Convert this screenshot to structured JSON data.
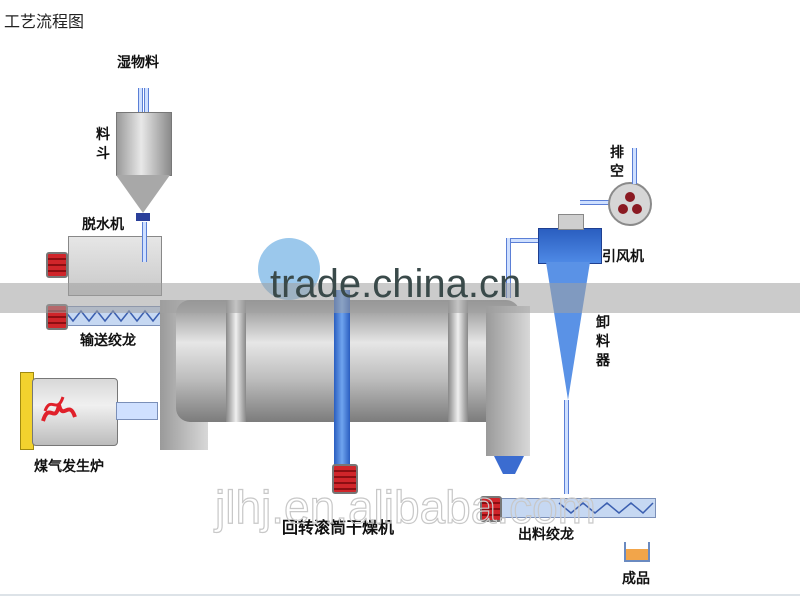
{
  "title": "工艺流程图",
  "labels": {
    "wet_material": "湿物料",
    "hopper": "料斗",
    "dewatering_machine": "脱水机",
    "conveyor_screw": "输送绞龙",
    "gas_generator": "煤气发生炉",
    "rotary_dryer": "回转滚筒干燥机",
    "exhaust": "排空",
    "induced_fan": "引风机",
    "discharger": "卸料器",
    "discharge_screw": "出料绞龙",
    "product": "成品"
  },
  "watermarks": {
    "trade": "trade.china.cn",
    "alibaba": "jlhj.en.alibaba.com"
  },
  "colors": {
    "equipment_blue": "#3b78d8",
    "motor_red": "#d0252a",
    "metal_gray": "#bdbdbd",
    "burner_yellow": "#f2d22e",
    "product_orange": "#f2a54a"
  }
}
